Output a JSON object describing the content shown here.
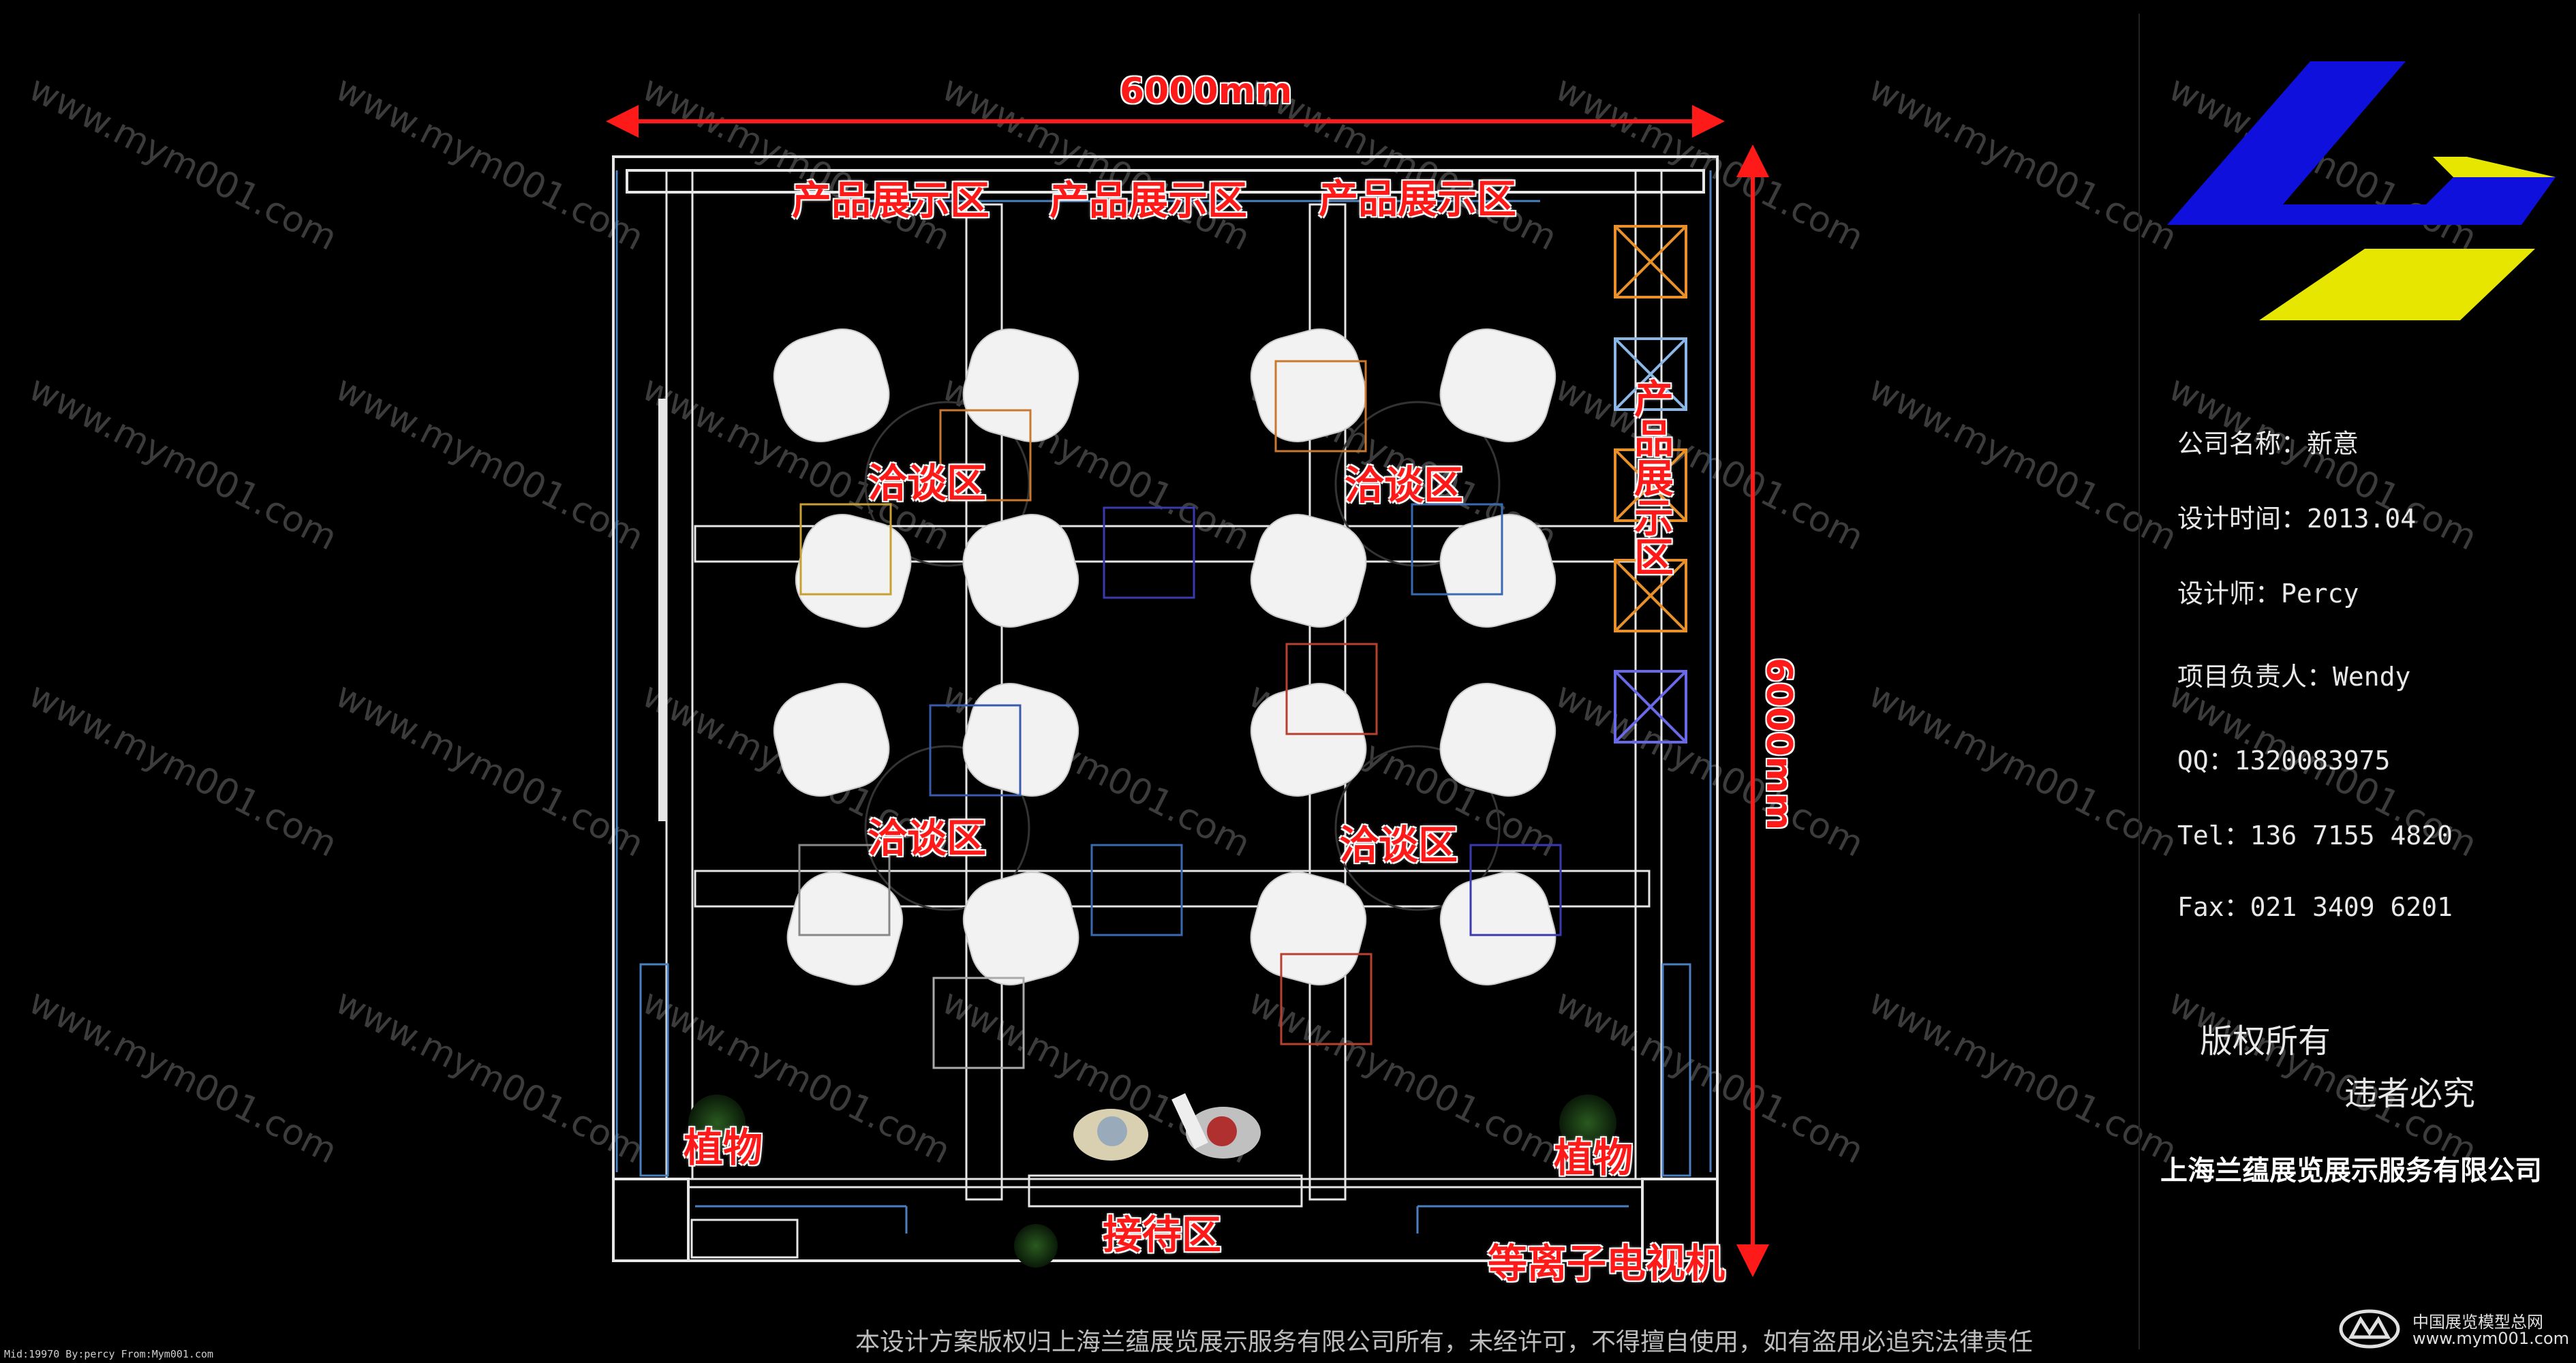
{
  "watermark": "www.mym001.com",
  "dimensions": {
    "width": "6000mm",
    "height": "6000mm"
  },
  "zones": {
    "product_top_1": "产品展示区",
    "product_top_2": "产品展示区",
    "product_top_3": "产品展示区",
    "product_right": "产品展示区",
    "negotiation_1": "洽谈区",
    "negotiation_2": "洽谈区",
    "negotiation_3": "洽谈区",
    "negotiation_4": "洽谈区",
    "plant_left": "植物",
    "plant_right": "植物",
    "reception": "接待区",
    "plasma_tv": "等离子电视机"
  },
  "info": {
    "company_name": "公司名称：新意",
    "design_time": "设计时间：2013.04",
    "designer": "设计师：Percy",
    "project_lead": "项目负责人：Wendy",
    "qq": "QQ：1320083975",
    "tel": "Tel：136 7155 4820",
    "fax": "Fax：021 3409 6201"
  },
  "rights": {
    "line1": "版权所有",
    "line2": "违者必究"
  },
  "company_full": "上海兰蕴展览展示服务有限公司",
  "footer": "本设计方案版权归上海兰蕴展览展示服务有限公司所有，未经许可，不得擅自使用，如有盗用必追究法律责任",
  "meta": "Mid:19970 By:percy From:Mym001.com",
  "site_logo": {
    "name": "中国展览模型总网",
    "url": "www.mym001.com"
  },
  "colors": {
    "dimension": "#ff1a1a",
    "logo_blue": "#1010dd",
    "logo_yellow": "#e6e600",
    "accent_orange": "#e8902a",
    "wall_blue": "#4a7fc0"
  }
}
